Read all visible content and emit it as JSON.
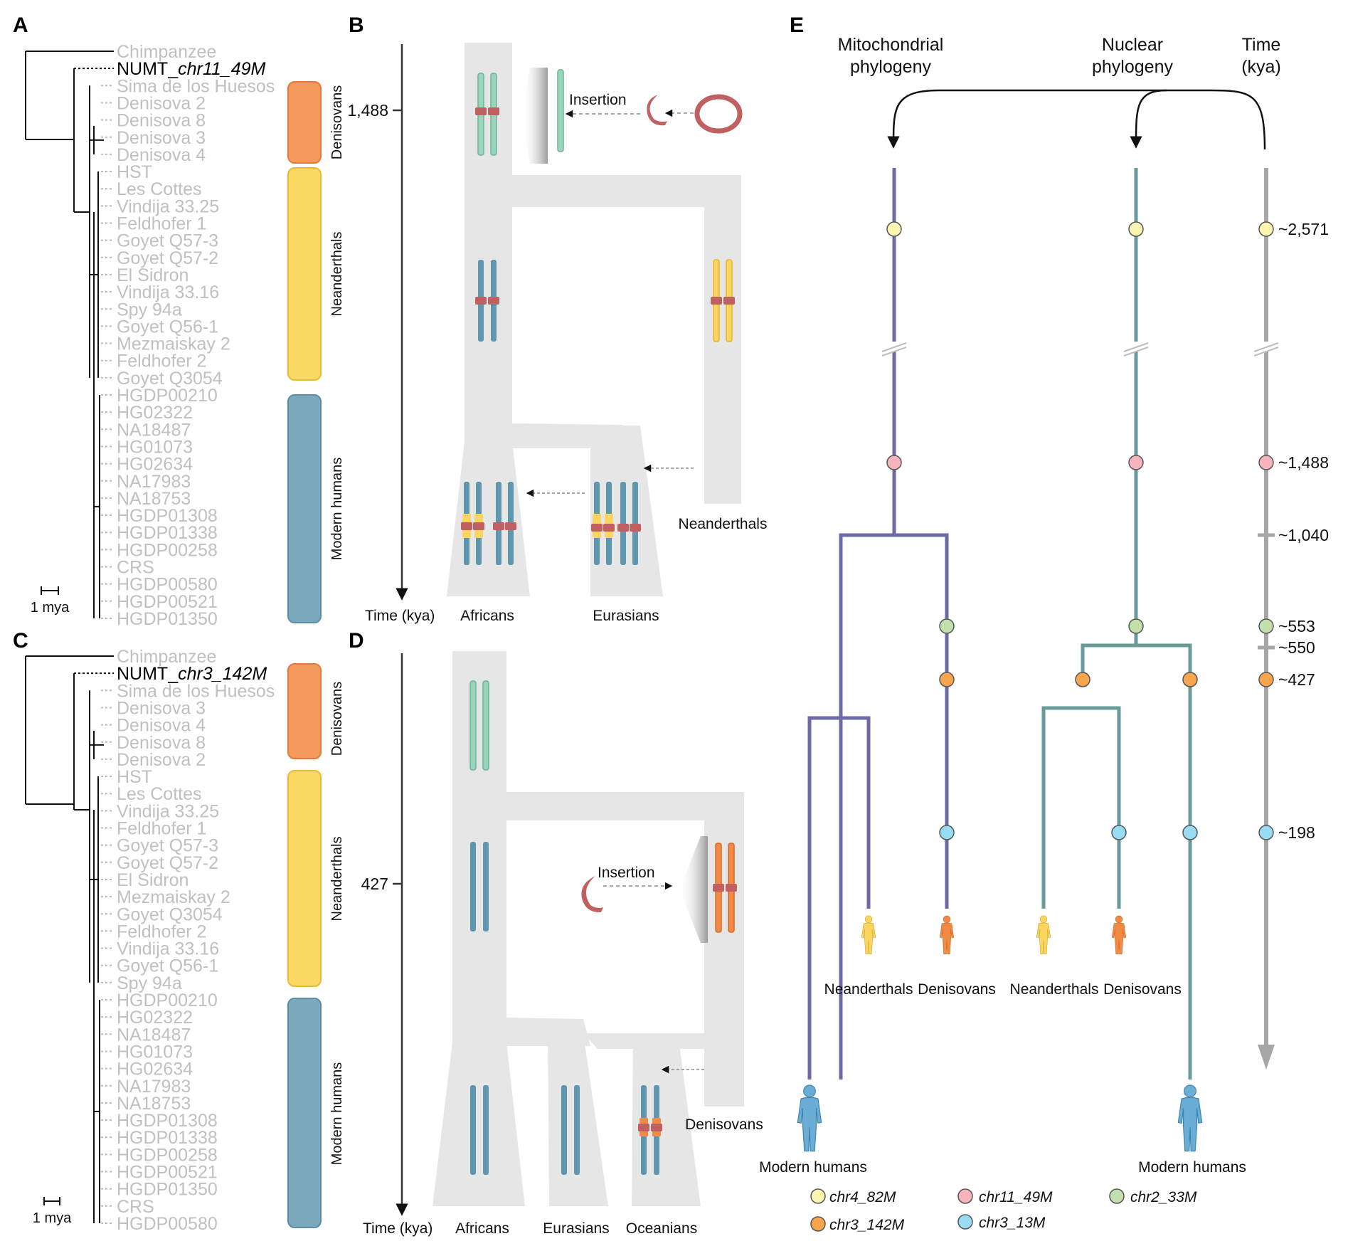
{
  "colors": {
    "denisovan": "#f39a5c",
    "neanderthal": "#fcd865",
    "modern": "#7aa9bd",
    "mito_branch": "#6e6aa5",
    "nuclear_branch": "#6b9a9a",
    "time_axis": "#a6a6a6",
    "numt_insert": "#c06060",
    "chr_green": "#97d6ba",
    "chr_blue": "#5f97b0",
    "chr_yellow": "#fbd65f",
    "chr_orange": "#f08a45"
  },
  "panel_a": {
    "letter": "A",
    "tips": [
      "Chimpanzee",
      "NUMT_",
      "Sima de los Huesos",
      "Denisova 2",
      "Denisova 8",
      "Denisova 3",
      "Denisova 4",
      "HST",
      "Les Cottes",
      "Vindija 33.25",
      "Feldhofer 1",
      "Goyet Q57-3",
      "Goyet Q57-2",
      "El Sidron",
      "Vindija 33.16",
      "Spy 94a",
      "Goyet Q56-1",
      "Mezmaiskay 2",
      "Feldhofer 2",
      "Goyet Q3054",
      "HGDP00210",
      "HG02322",
      "NA18487",
      "HG01073",
      "HG02634",
      "NA17983",
      "NA18753",
      "HGDP01308",
      "HGDP01338",
      "HGDP00258",
      "CRS",
      "HGDP00580",
      "HGDP00521",
      "HGDP01350"
    ],
    "numt_italic": "chr11_49M",
    "groups": [
      "Denisovans",
      "Neanderthals",
      "Modern humans"
    ],
    "scale": "1 mya"
  },
  "panel_b": {
    "letter": "B",
    "time_tick": "1,488",
    "insertion": "Insertion",
    "side_label": "Neanderthals",
    "axis_label": "Time (kya)",
    "populations": [
      "Africans",
      "Eurasians"
    ]
  },
  "panel_c": {
    "letter": "C",
    "tips": [
      "Chimpanzee",
      "NUMT_",
      "Sima de los Huesos",
      "Denisova 3",
      "Denisova 4",
      "Denisova 8",
      "Denisova 2",
      "HST",
      "Les Cottes",
      "Vindija 33.25",
      "Feldhofer 1",
      "Goyet Q57-3",
      "Goyet Q57-2",
      "El Sidron",
      "Mezmaiskay 2",
      "Goyet Q3054",
      "Feldhofer 2",
      "Vindija 33.16",
      "Goyet Q56-1",
      "Spy 94a",
      "HGDP00210",
      "HG02322",
      "NA18487",
      "HG01073",
      "HG02634",
      "NA17983",
      "NA18753",
      "HGDP01308",
      "HGDP01338",
      "HGDP00258",
      "HGDP00521",
      "HGDP01350",
      "CRS",
      "HGDP00580"
    ],
    "numt_italic": "chr3_142M",
    "groups": [
      "Denisovans",
      "Neanderthals",
      "Modern humans"
    ],
    "scale": "1 mya"
  },
  "panel_d": {
    "letter": "D",
    "time_tick": "427",
    "insertion": "Insertion",
    "side_label": "Denisovans",
    "axis_label": "Time (kya)",
    "populations": [
      "Africans",
      "Eurasians",
      "Oceanians"
    ]
  },
  "panel_e": {
    "letter": "E",
    "headers": [
      [
        "Mitochondrial",
        "phylogeny"
      ],
      [
        "Nuclear",
        "phylogeny"
      ],
      [
        "Time",
        "(kya)"
      ]
    ],
    "times": [
      "~2,571",
      "~1,488",
      "~1,040",
      "~553",
      "~550",
      "~427",
      "~198"
    ],
    "tips": {
      "neanderthals": "Neanderthals",
      "denisovans": "Denisovans",
      "modern": "Modern humans"
    },
    "legend": [
      {
        "label": "chr4_82M",
        "color": "#fdf5b2"
      },
      {
        "label": "chr11_49M",
        "color": "#f7b4bd"
      },
      {
        "label": "chr2_33M",
        "color": "#c4dfae"
      },
      {
        "label": "chr3_142M",
        "color": "#f8a54e"
      },
      {
        "label": "chr3_13M",
        "color": "#98dcf3"
      }
    ]
  }
}
